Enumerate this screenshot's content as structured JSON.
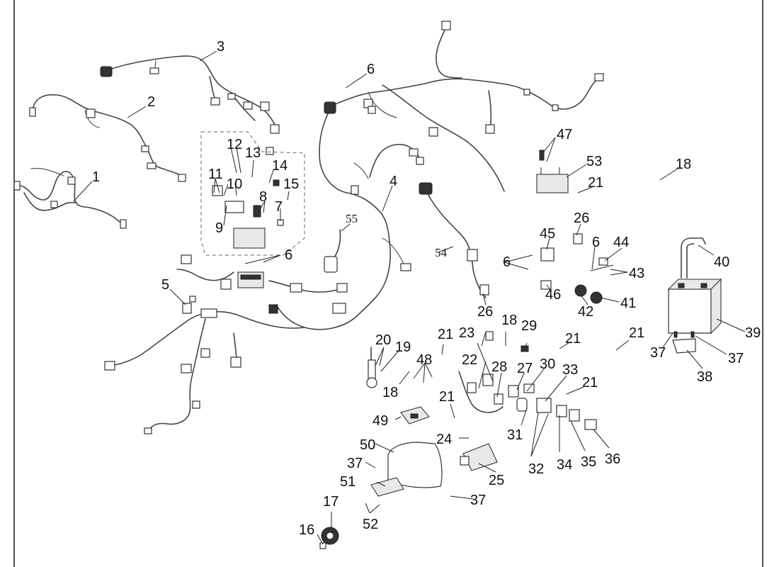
{
  "callouts": {
    "c1": "1",
    "c2": "2",
    "c3": "3",
    "c4": "4",
    "c5": "5",
    "c6a": "6",
    "c6b": "6",
    "c6c": "6",
    "c6d": "6",
    "c7": "7",
    "c8": "8",
    "c9": "9",
    "c10": "10",
    "c11": "11",
    "c12": "12",
    "c13": "13",
    "c14": "14",
    "c15": "15",
    "c16": "16",
    "c17": "17",
    "c18a": "18",
    "c18b": "18",
    "c18c": "18",
    "c19": "19",
    "c20": "20",
    "c21a": "21",
    "c21b": "21",
    "c21c": "21",
    "c21d": "21",
    "c21e": "21",
    "c21f": "21",
    "c22": "22",
    "c23": "23",
    "c24": "24",
    "c25": "25",
    "c26a": "26",
    "c26b": "26",
    "c27": "27",
    "c28": "28",
    "c29": "29",
    "c30": "30",
    "c31": "31",
    "c32": "32",
    "c33": "33",
    "c34": "34",
    "c35": "35",
    "c36": "36",
    "c37a": "37",
    "c37b": "37",
    "c37c": "37",
    "c37d": "37",
    "c38": "38",
    "c39": "39",
    "c40": "40",
    "c41": "41",
    "c42": "42",
    "c43": "43",
    "c44": "44",
    "c45": "45",
    "c46": "46",
    "c47": "47",
    "c48": "48",
    "c49": "49",
    "c50": "50",
    "c51": "51",
    "c52": "52",
    "c53": "53",
    "c54": "54",
    "c55": "55"
  },
  "colors": {
    "line": "#444444",
    "label": "#111111",
    "frame": "#555555"
  }
}
